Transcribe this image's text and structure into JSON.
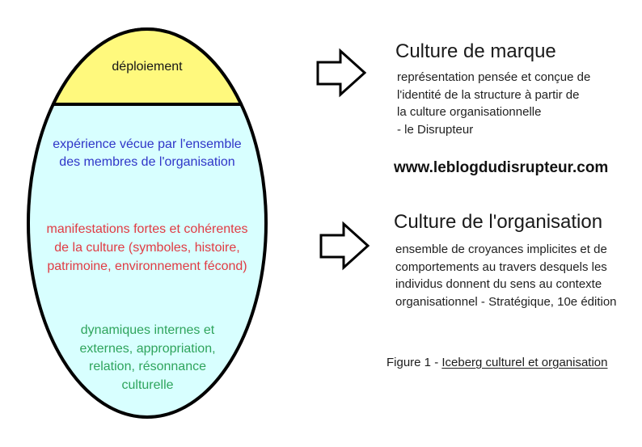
{
  "iceberg": {
    "colors": {
      "tip_fill": "#fff97d",
      "body_fill": "#d8ffff",
      "outline": "#000000"
    },
    "tip_label": "déploiement",
    "sections": [
      {
        "id": "experience",
        "color": "#2f35c8",
        "text": "expérience vécue par l'ensemble\ndes membres de l'organisation"
      },
      {
        "id": "manifestations",
        "color": "#e03b43",
        "text": "manifestations fortes et cohérentes\nde la culture (symboles, histoire,\npatrimoine, environnement fécond)"
      },
      {
        "id": "dynamiques",
        "color": "#2ea45c",
        "text": "dynamiques internes et\nexternes, appropriation,\nrelation, résonnance\nculturelle"
      }
    ]
  },
  "annotations": {
    "brand": {
      "title": "Culture de marque",
      "body": "représentation pensée et conçue de\nl'identité de la structure à partir de\nla culture organisationnelle\n- le Disrupteur"
    },
    "website": "www.leblogdudisrupteur.com",
    "organisation": {
      "title": "Culture de l'organisation",
      "body": "ensemble de croyances implicites et de\ncomportements au travers desquels les\nindividus donnent du sens au contexte\norganisationnel - Stratégique, 10e édition"
    }
  },
  "caption": {
    "prefix": "Figure 1 - ",
    "link_text": "Iceberg culturel et organisation"
  }
}
